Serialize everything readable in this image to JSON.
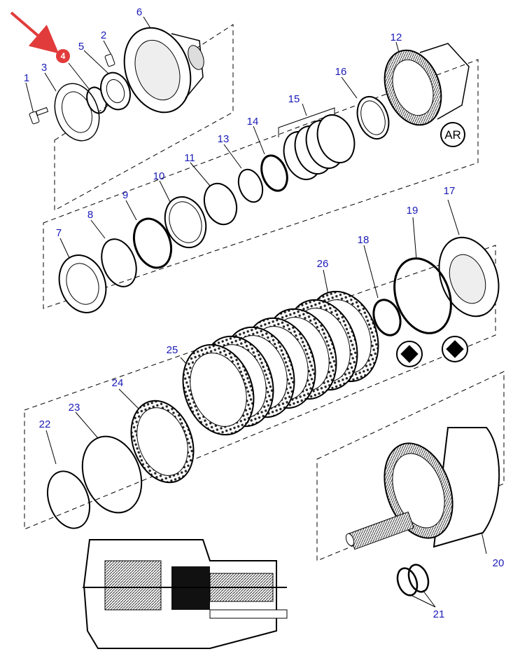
{
  "callouts": {
    "c1": "1",
    "c2": "2",
    "c3": "3",
    "c4": "4",
    "c5": "5",
    "c6": "6",
    "c7": "7",
    "c8": "8",
    "c9": "9",
    "c10": "10",
    "c11": "11",
    "c12": "12",
    "c13": "13",
    "c14": "14",
    "c15": "15",
    "c16": "16",
    "c17": "17",
    "c18": "18",
    "c19": "19",
    "c20": "20",
    "c21": "21",
    "c22": "22",
    "c23": "23",
    "c24": "24",
    "c25": "25",
    "c26": "26"
  },
  "marker_ar": "AR",
  "colors": {
    "callout_text": "#1a1ab8",
    "highlight": "#e23b3b",
    "line": "#000000"
  },
  "highlighted_part": "4"
}
